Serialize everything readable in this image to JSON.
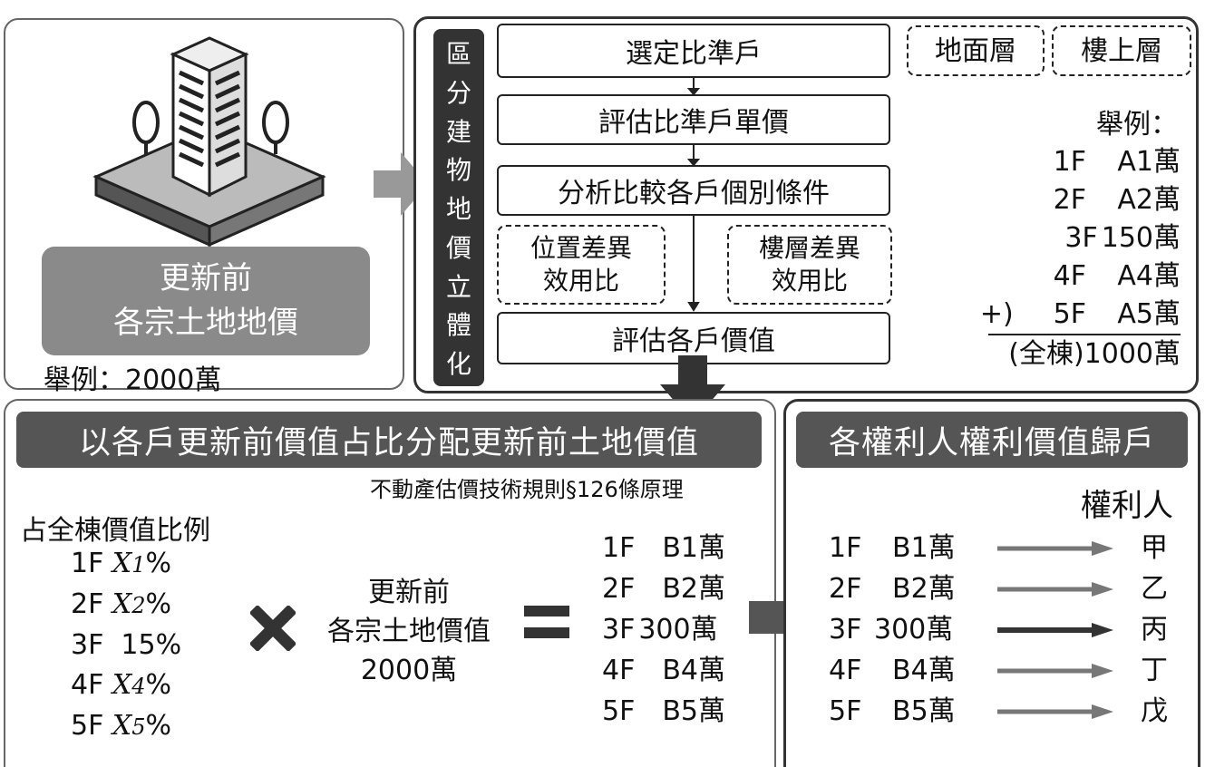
{
  "left_panel": {
    "caption_line1": "更新前",
    "caption_line2": "各宗土地地價",
    "example": "舉例：2000萬"
  },
  "vertical_label": [
    "區",
    "分",
    "建",
    "物",
    "地",
    "價",
    "立",
    "體",
    "化"
  ],
  "flow": {
    "step1": "選定比準戶",
    "step2": "評估比準戶單價",
    "step3": "分析比較各戶個別條件",
    "factor_left_line1": "位置差異",
    "factor_left_line2": "效用比",
    "factor_right_line1": "樓層差異",
    "factor_right_line2": "效用比",
    "step4": "評估各戶價值"
  },
  "floor_tags": {
    "ground": "地面層",
    "upper": "樓上層"
  },
  "example_list": {
    "heading": "舉例：",
    "rows": [
      {
        "floor": "1F",
        "value": "A1萬"
      },
      {
        "floor": "2F",
        "value": "A2萬"
      },
      {
        "floor": "3F",
        "value": "150萬"
      },
      {
        "floor": "4F",
        "value": "A4萬"
      },
      {
        "floor": "5F",
        "value": "A5萬"
      }
    ],
    "plus": "+)",
    "total": "(全棟)1000萬"
  },
  "bottom_left": {
    "title": "以各戶更新前價值占比分配更新前土地價值",
    "subtitle": "不動產估價技術規則§126條原理",
    "ratio_heading": "占全棟價值比例",
    "ratios": [
      {
        "floor": "1F",
        "var": "X",
        "sub": "1",
        "pct": "%"
      },
      {
        "floor": "2F",
        "var": "X",
        "sub": "2",
        "pct": "%"
      },
      {
        "floor": "3F",
        "var": "",
        "sub": "",
        "pct": "15%"
      },
      {
        "floor": "4F",
        "var": "X",
        "sub": "4",
        "pct": "%"
      },
      {
        "floor": "5F",
        "var": "X",
        "sub": "5",
        "pct": "%"
      }
    ],
    "land_line1": "更新前",
    "land_line2": "各宗土地價值",
    "land_line3": "2000萬",
    "results": [
      {
        "floor": "1F",
        "value": "B1萬"
      },
      {
        "floor": "2F",
        "value": "B2萬"
      },
      {
        "floor": "3F",
        "value": "300萬"
      },
      {
        "floor": "4F",
        "value": "B4萬"
      },
      {
        "floor": "5F",
        "value": "B5萬"
      }
    ]
  },
  "bottom_right": {
    "title": "各權利人權利價值歸戶",
    "owner_heading": "權利人",
    "rows": [
      {
        "floor": "1F",
        "value": "B1萬",
        "owner": "甲"
      },
      {
        "floor": "2F",
        "value": "B2萬",
        "owner": "乙"
      },
      {
        "floor": "3F",
        "value": "300萬",
        "owner": "丙"
      },
      {
        "floor": "4F",
        "value": "B4萬",
        "owner": "丁"
      },
      {
        "floor": "5F",
        "value": "B5萬",
        "owner": "戊"
      }
    ]
  },
  "colors": {
    "dark_bar": "#333333",
    "title_bg": "#555555",
    "caption_bg": "#8a8a8a",
    "arrow_gray": "#999999",
    "arrow_dark": "#333333"
  }
}
